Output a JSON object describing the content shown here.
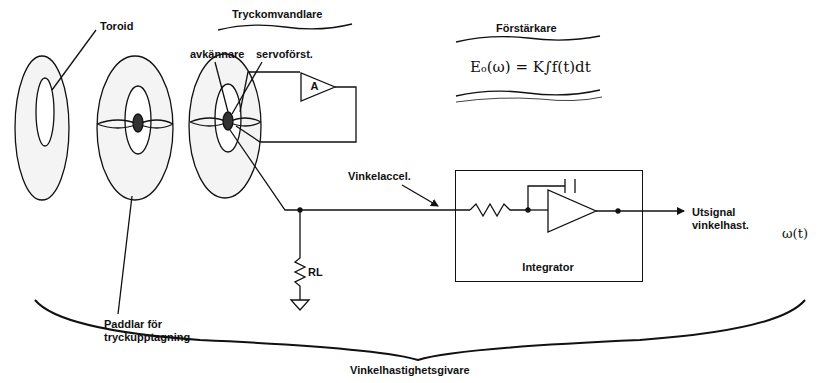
{
  "diagram": {
    "nodes": [
      {
        "text": [
          "A"
        ]
      },
      {
        "text": [
          "Integrator"
        ]
      }
    ],
    "labels": [
      "Toroid",
      "Tryckomvandlare",
      "avkännare",
      "servoförst.",
      "Förstärkare",
      "Eₒ(ω) = K∫f(t)dt",
      "Vinkelaccel.",
      "RL",
      "Utsignal vinkelhast.",
      "ω(t)",
      "Paddlar för tryckupptagning",
      "Vinkelhastighetsgivare"
    ]
  }
}
